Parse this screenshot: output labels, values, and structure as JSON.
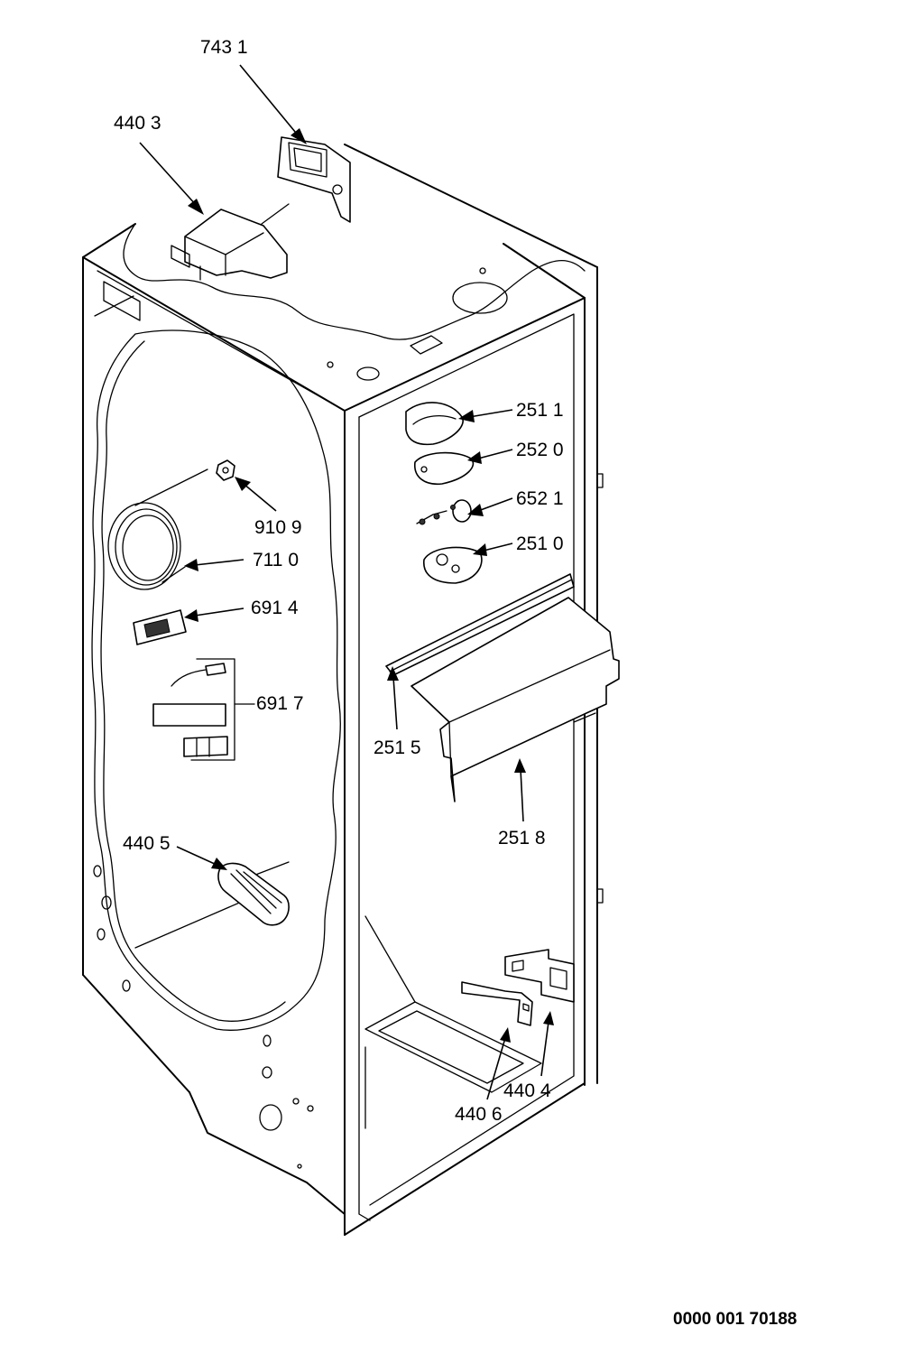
{
  "callouts": [
    {
      "id": "c7431",
      "text": "743 1"
    },
    {
      "id": "c4403",
      "text": "440 3"
    },
    {
      "id": "c2511",
      "text": "251 1"
    },
    {
      "id": "c2520",
      "text": "252 0"
    },
    {
      "id": "c6521",
      "text": "652 1"
    },
    {
      "id": "c2510",
      "text": "251 0"
    },
    {
      "id": "c9109",
      "text": "910 9"
    },
    {
      "id": "c7110",
      "text": "711 0"
    },
    {
      "id": "c6914",
      "text": "691 4"
    },
    {
      "id": "c6917",
      "text": "691 7"
    },
    {
      "id": "c2515",
      "text": "251 5"
    },
    {
      "id": "c2518",
      "text": "251 8"
    },
    {
      "id": "c4405",
      "text": "440 5"
    },
    {
      "id": "c4404",
      "text": "440 4"
    },
    {
      "id": "c4406",
      "text": "440 6"
    }
  ],
  "document_number": "0000 001 70188"
}
